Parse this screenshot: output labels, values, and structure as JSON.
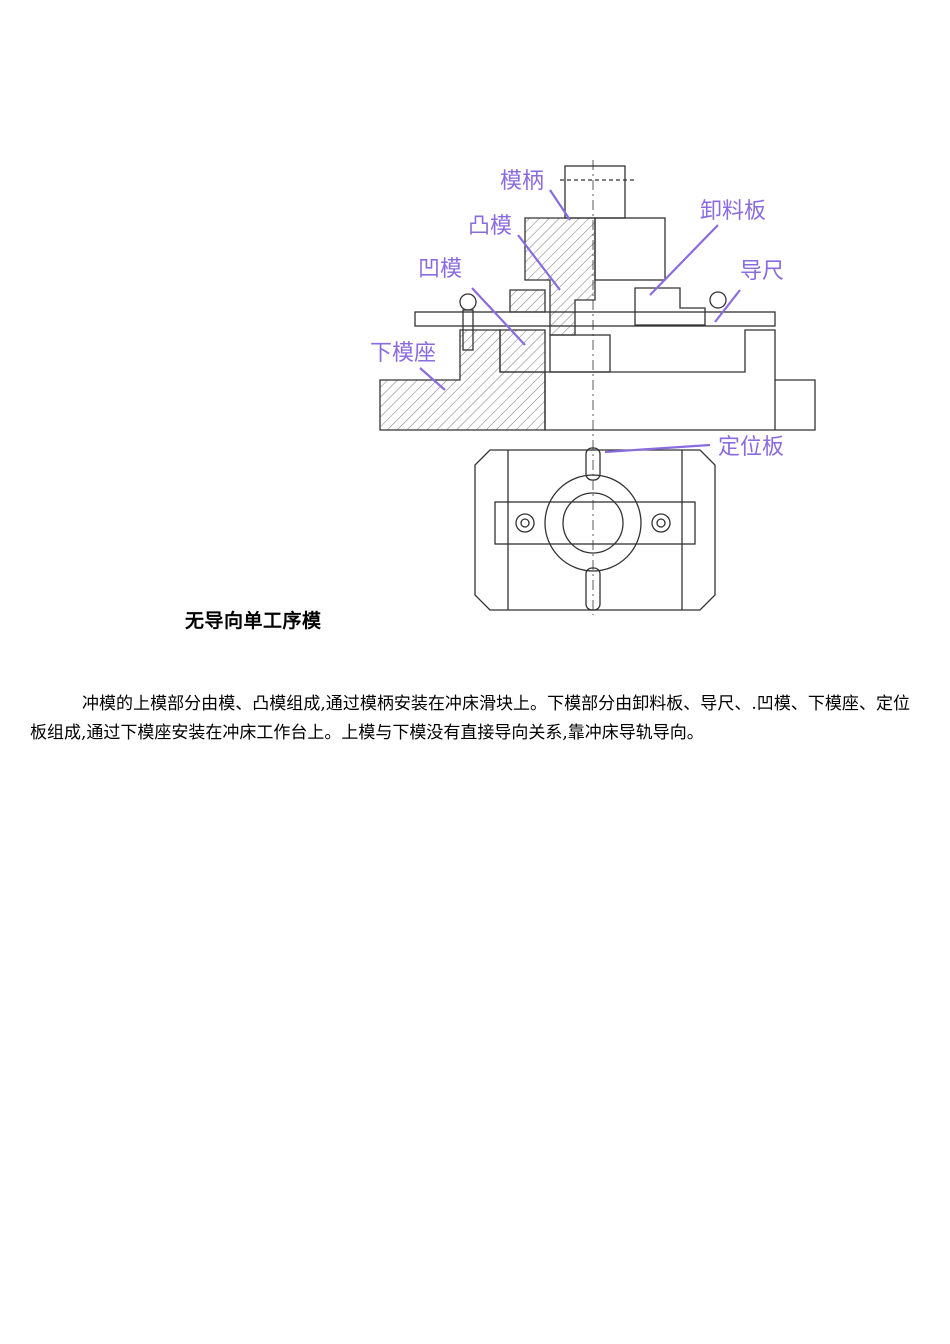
{
  "figure": {
    "labels": {
      "die_handle": "模柄",
      "punch": "凸模",
      "stripper_plate": "卸料板",
      "die": "凹模",
      "guide_rail": "导尺",
      "lower_die_seat": "下模座",
      "locating_plate": "定位板"
    },
    "accent_color": "#8a6be0"
  },
  "caption": "无导向单工序模",
  "paragraph": "冲模的上模部分由模、凸模组成,通过模柄安装在冲床滑块上。下模部分由卸料板、导尺、.凹模、下模座、定位板组成,通过下模座安装在冲床工作台上。上模与下模没有直接导向关系,靠冲床导轨导向。"
}
